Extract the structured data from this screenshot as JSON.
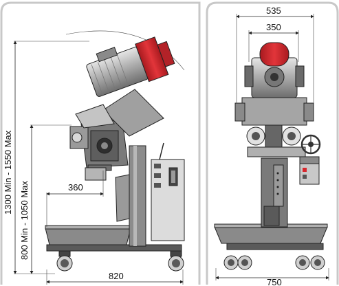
{
  "dimensions": {
    "side_view": {
      "total_height": "1300 Min - 1550 Max",
      "table_height": "800 Min - 1050 Max",
      "reach": "360",
      "length": "820"
    },
    "front_view": {
      "overall_width": "535",
      "motor_width": "350",
      "base_width": "750"
    }
  },
  "colors": {
    "accent_red": "#d8262c",
    "machine_gray": "#9a9a9a",
    "dark_gray": "#4a4a4a",
    "light_gray": "#d6d6d6",
    "frame_border": "#bfbfbf"
  }
}
